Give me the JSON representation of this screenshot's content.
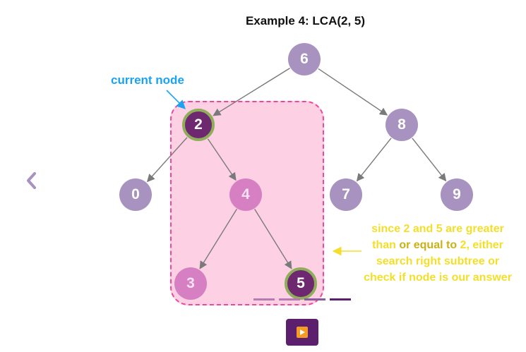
{
  "title": "Example 4: LCA(2, 5)",
  "current_label": "current node",
  "nodes": [
    {
      "id": "6",
      "label": "6",
      "style": "plain"
    },
    {
      "id": "2",
      "label": "2",
      "style": "current"
    },
    {
      "id": "8",
      "label": "8",
      "style": "plain"
    },
    {
      "id": "0",
      "label": "0",
      "style": "plain"
    },
    {
      "id": "4",
      "label": "4",
      "style": "pink"
    },
    {
      "id": "7",
      "label": "7",
      "style": "plain"
    },
    {
      "id": "9",
      "label": "9",
      "style": "plain"
    },
    {
      "id": "3",
      "label": "3",
      "style": "pink"
    },
    {
      "id": "5",
      "label": "5",
      "style": "current"
    }
  ],
  "edges": [
    [
      "6",
      "2"
    ],
    [
      "6",
      "8"
    ],
    [
      "2",
      "0"
    ],
    [
      "2",
      "4"
    ],
    [
      "8",
      "7"
    ],
    [
      "8",
      "9"
    ],
    [
      "4",
      "3"
    ],
    [
      "4",
      "5"
    ]
  ],
  "annotation": {
    "part1": "since 2 and 5 are greater than ",
    "part2": "or equal to",
    "part3": " 2, either search right subtree or check if node is our answer"
  },
  "colors": {
    "node": "#a892bf",
    "node_current": "#6e2870",
    "node_current_border": "#8fae5a",
    "node_in_subtree": "#d77fc3",
    "highlight_fill": "#fdd0e4",
    "highlight_border": "#f0479a",
    "current_label": "#1aa3f0",
    "annotation": "#f3df2a",
    "edge": "#7a7a7a",
    "play_button": "#5b1f6e"
  },
  "controls": {
    "back": "chevron-left-icon",
    "play": "play-icon",
    "progress_steps": 4
  }
}
